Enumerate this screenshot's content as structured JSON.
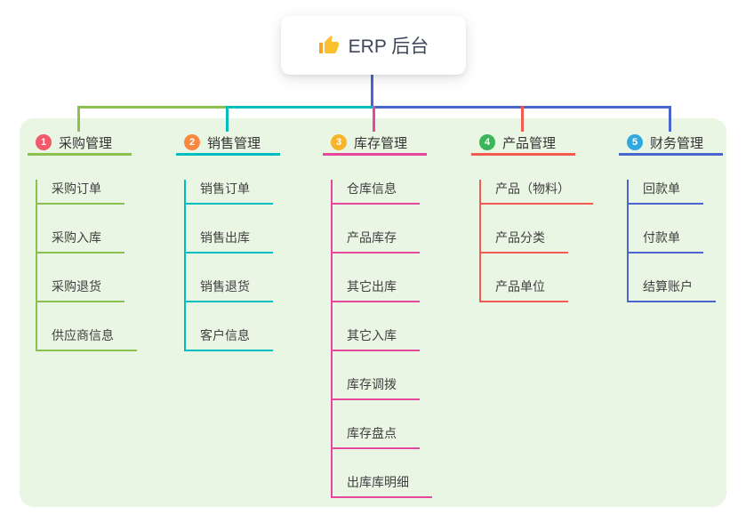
{
  "root": {
    "icon": "thumbs-up",
    "title": "ERP 后台"
  },
  "connector_color": "#4f66cc",
  "panel_color": "#eaf6e4",
  "branches": [
    {
      "num": "1",
      "label": "采购管理",
      "badge_color": "#f2596b",
      "line_color": "#8cc152",
      "children": [
        "采购订单",
        "采购入库",
        "采购退货",
        "供应商信息"
      ]
    },
    {
      "num": "2",
      "label": "销售管理",
      "badge_color": "#f7883f",
      "line_color": "#00bdc0",
      "children": [
        "销售订单",
        "销售出库",
        "销售退货",
        "客户信息"
      ]
    },
    {
      "num": "3",
      "label": "库存管理",
      "badge_color": "#f8b42a",
      "line_color": "#e8489b",
      "children": [
        "仓库信息",
        "产品库存",
        "其它出库",
        "其它入库",
        "库存调拨",
        "库存盘点",
        "出库库明细"
      ]
    },
    {
      "num": "4",
      "label": "产品管理",
      "badge_color": "#3cb55a",
      "line_color": "#f25b50",
      "children": [
        "产品（物料）",
        "产品分类",
        "产品单位"
      ]
    },
    {
      "num": "5",
      "label": "财务管理",
      "badge_color": "#30a9e0",
      "line_color": "#4a66cc",
      "children": [
        "回款单",
        "付款单",
        "结算账户"
      ]
    }
  ]
}
